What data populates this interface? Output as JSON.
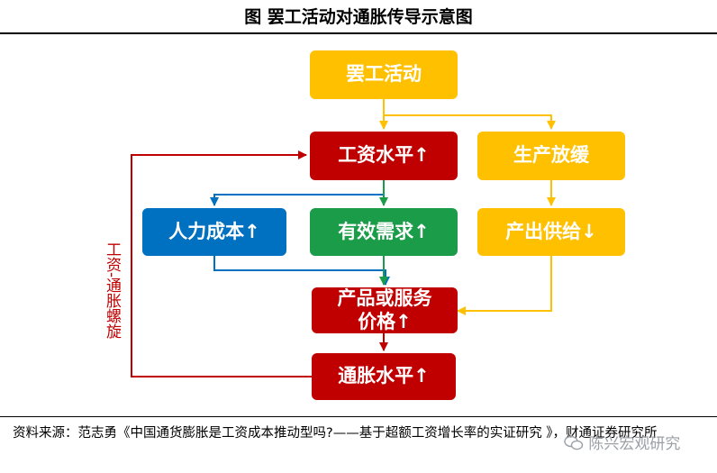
{
  "title": "图  罢工活动对通胀传导示意图",
  "nodes": {
    "strike": "罢工活动",
    "wage_level": "工资水平↑",
    "production_slowdown": "生产放缓",
    "labor_cost": "人力成本↑",
    "effective_demand": "有效需求↑",
    "output_supply": "产出供给↓",
    "price_line1": "产品或服务",
    "price_line2": "价格↑",
    "inflation_level": "通胀水平↑"
  },
  "spiral_label": "工资-通胀螺旋",
  "source": "资料来源：范志勇《中国通货膨胀是工资成本推动型吗?——基于超额工资增长率的实证研究 》，财通证券研究所",
  "watermark": "陈兴宏观研究",
  "colors": {
    "yellow": "#ffc000",
    "red": "#c00000",
    "blue": "#0070c0",
    "green": "#1a9c49",
    "yellow_arrow": "#ffc000",
    "red_arrow": "#c00000",
    "blue_arrow": "#0070c0",
    "green_arrow": "#1a9c49"
  },
  "icons": {
    "watermark": "wechat-icon"
  }
}
